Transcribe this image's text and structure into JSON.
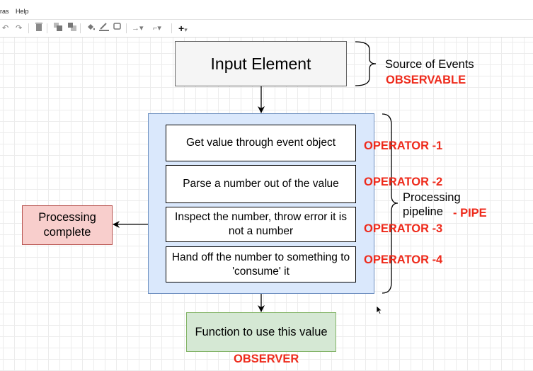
{
  "menu": {
    "item_extras": "ras",
    "item_help": "Help"
  },
  "toolbar": {
    "icons": [
      "undo-icon",
      "redo-icon",
      "delete-icon",
      "to-front-icon",
      "to-back-icon",
      "fill-color-icon",
      "line-color-icon",
      "shadow-icon",
      "connection-icon",
      "waypoints-icon",
      "insert-icon"
    ]
  },
  "diagram": {
    "input_element": "Input Element",
    "source_label": "Source of Events",
    "observable_label": "OBSERVABLE",
    "operators": [
      {
        "text": "Get value through event object",
        "label": "OPERATOR -1"
      },
      {
        "text": "Parse a number out of the value",
        "label": "OPERATOR -2"
      },
      {
        "text": "Inspect the number, throw error it is not a number",
        "label": "OPERATOR -3"
      },
      {
        "text": "Hand off the number to something to 'consume' it",
        "label": "OPERATOR -4"
      }
    ],
    "processing_label_line1": "Processing",
    "processing_label_line2": "pipeline",
    "pipe_label": "- PIPE",
    "processing_complete": "Processing complete",
    "function_box": "Function to use this value",
    "observer_label": "OBSERVER",
    "colors": {
      "input_fill": "#f5f5f5",
      "pipeline_fill": "#dae8fc",
      "complete_fill": "#f8cecc",
      "function_fill": "#d5e8d4",
      "annotation_red": "#ee2a1b"
    }
  }
}
